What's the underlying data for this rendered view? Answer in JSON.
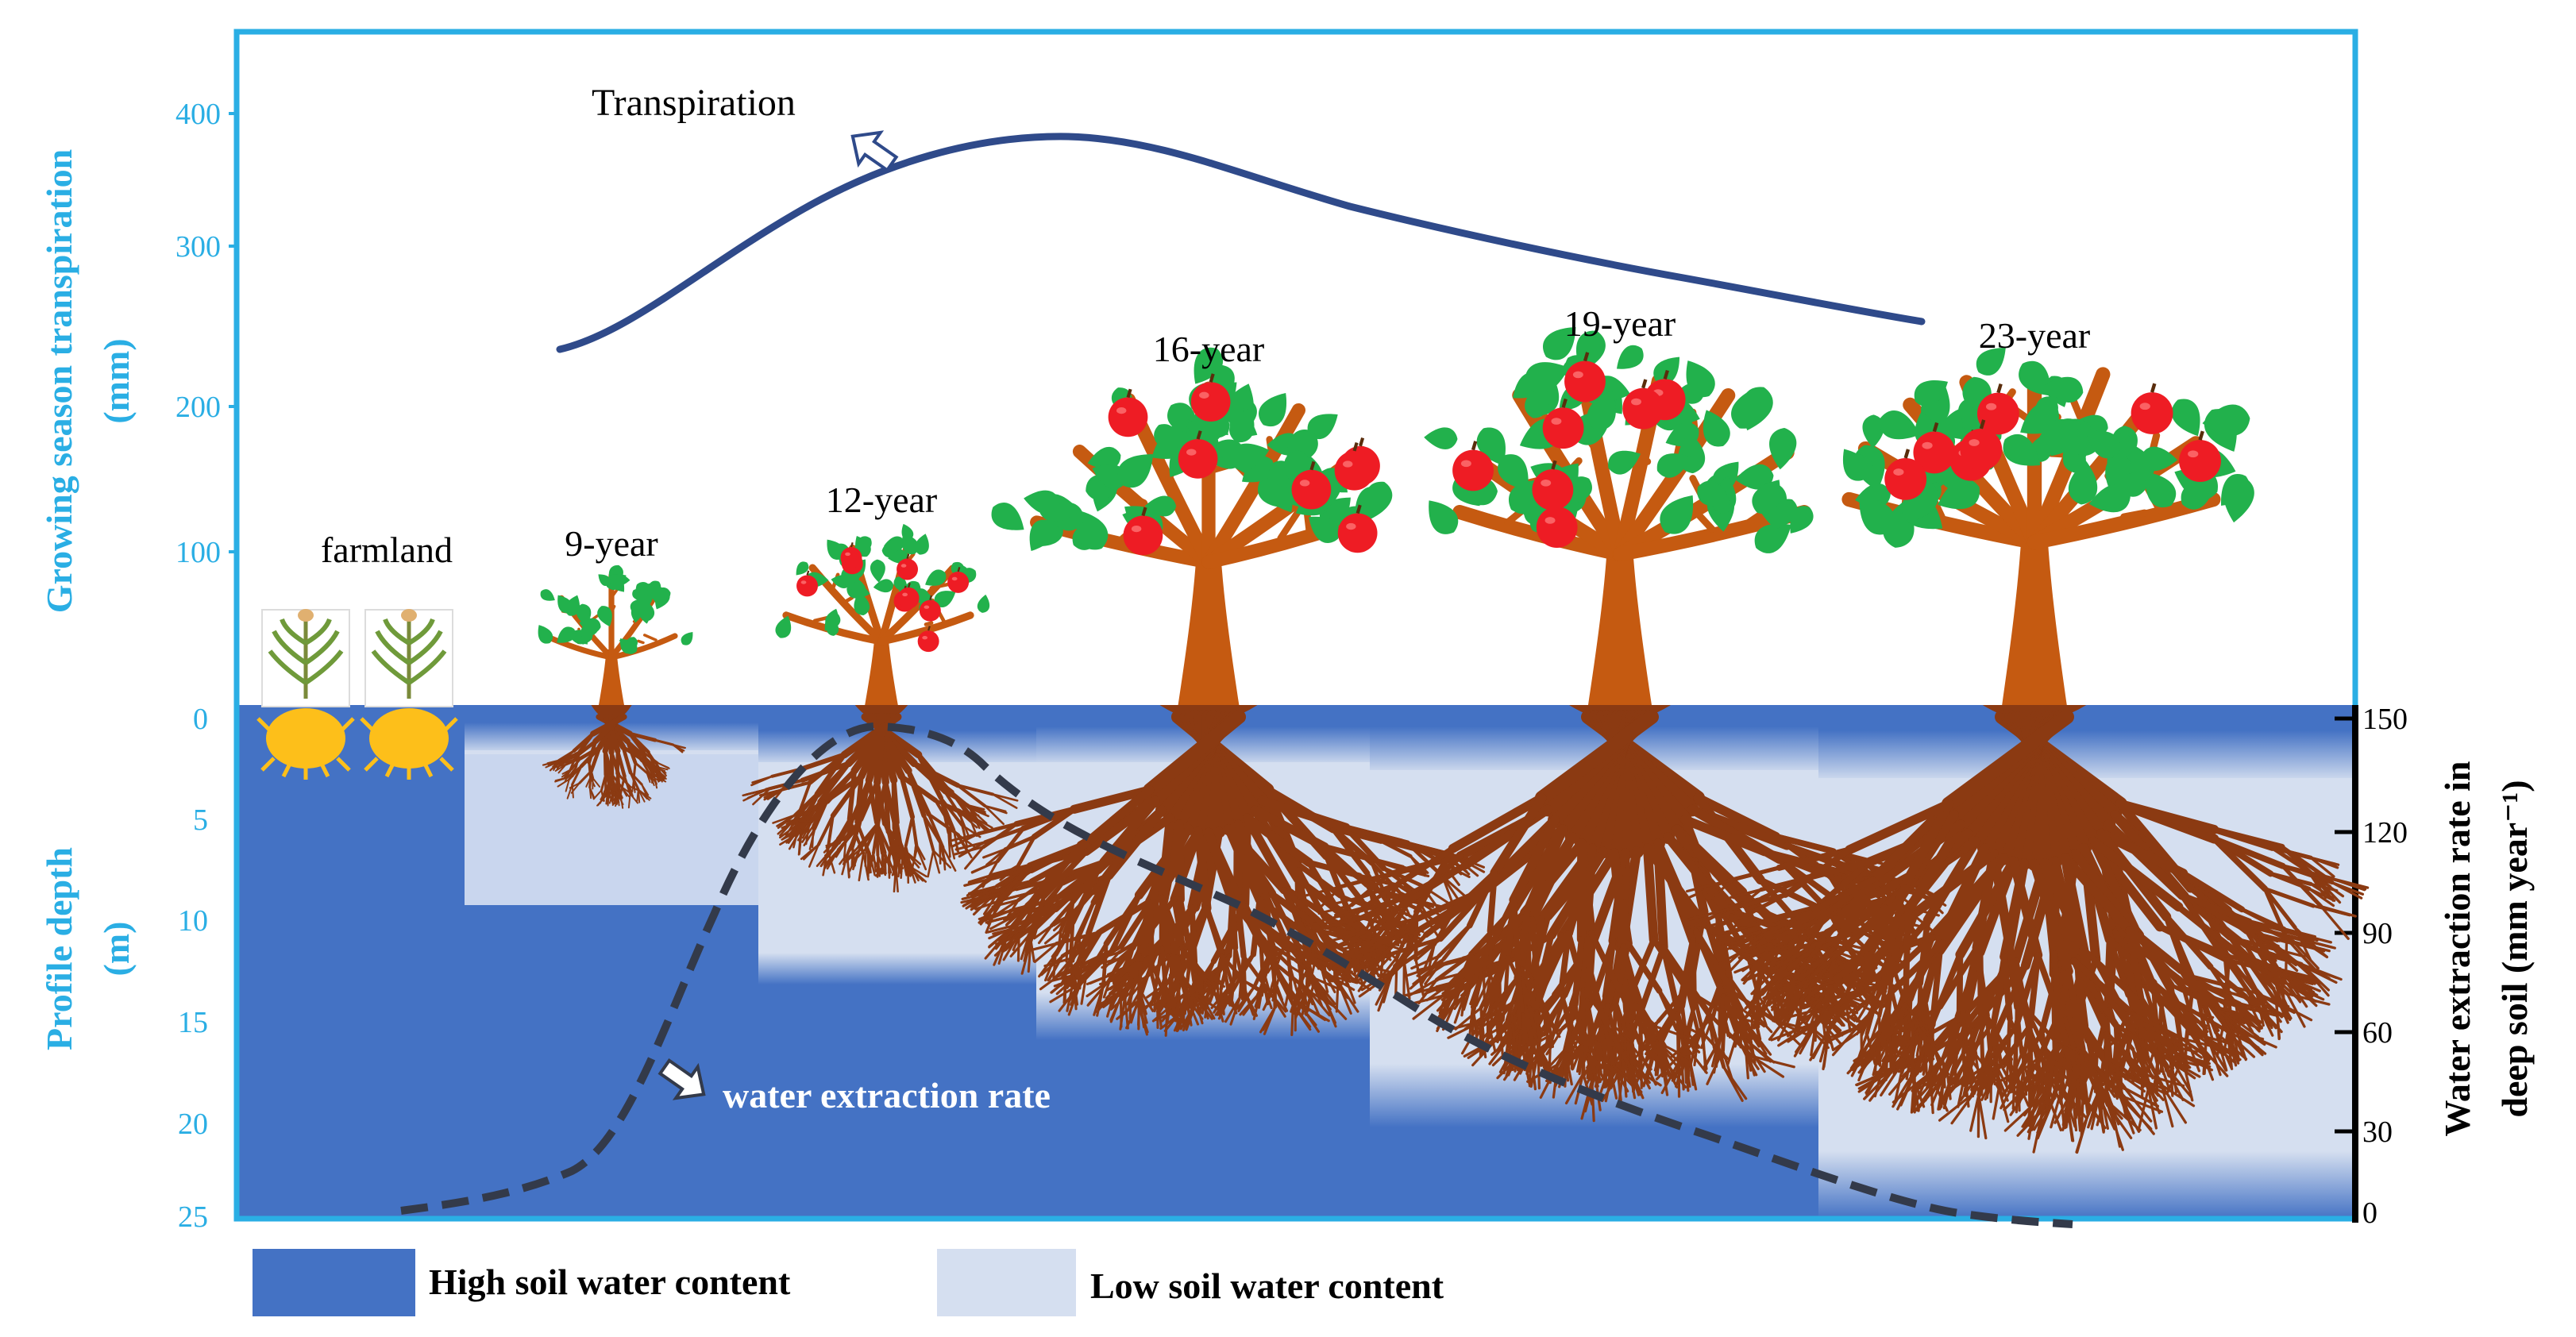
{
  "axes": {
    "left_top_title_line1": "Growing season transpiration",
    "left_top_title_line2": "(mm)",
    "left_bottom_title_line1": "Profile depth",
    "left_bottom_title_line2": "(m)",
    "right_title_line1": "Water extraction rate in",
    "right_title_line2": "deep soil (mm year⁻¹)",
    "transpiration_ticks": [
      "100",
      "200",
      "300",
      "400"
    ],
    "depth_ticks": [
      "0",
      "5",
      "10",
      "15",
      "20",
      "25"
    ],
    "extraction_ticks": [
      "0",
      "30",
      "60",
      "90",
      "120",
      "150"
    ]
  },
  "stages": [
    "farmland",
    "9-year",
    "12-year",
    "16-year",
    "19-year",
    "23-year"
  ],
  "curves": {
    "transpiration_label": "Transpiration",
    "extraction_label": "water extraction rate"
  },
  "legend": {
    "high": "High soil water content",
    "low": "Low soil water content"
  },
  "colors": {
    "high_soil": "#4472c4",
    "low_soil": "#d5dff0",
    "frame": "#2aaee4",
    "transpiration_line": "#2f4a8a",
    "extraction_line": "#333a4a",
    "trunk": "#c55a11",
    "leaf": "#22b14c",
    "apple": "#ee1c24",
    "root": "#8b3a12"
  },
  "icons": [
    "corn-plant-icon",
    "apple-tree-icon",
    "root-system-icon",
    "arrow-icon"
  ]
}
